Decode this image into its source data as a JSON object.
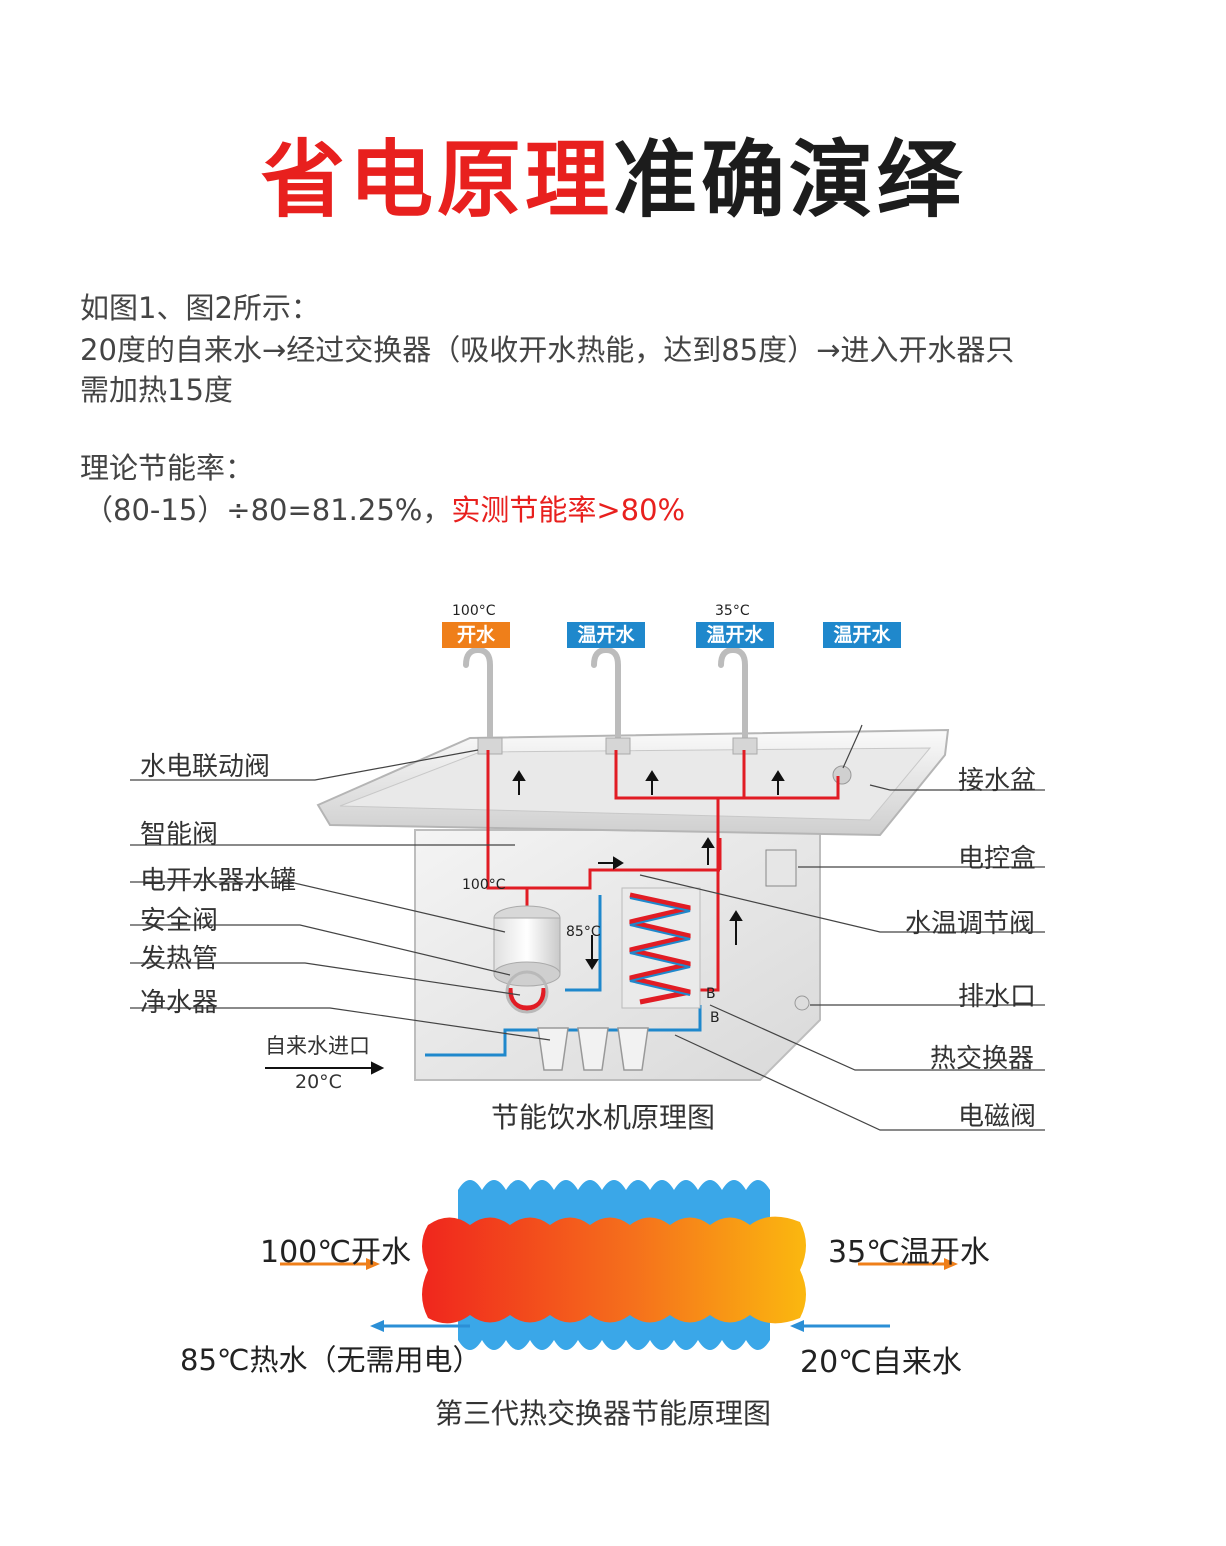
{
  "header": {
    "title_red": "省电原理",
    "title_dark": "准确演绎"
  },
  "intro": {
    "line1": "如图1、图2所示：",
    "line2": "20度的自来水→经过交换器（吸收开水热能，达到85度）→进入开水器只",
    "line3": "需加热15度"
  },
  "theory": {
    "heading": "理论节能率：",
    "formula": "（80-15）÷80=81.25%，",
    "measured": "实测节能率>80%"
  },
  "diagram1": {
    "caption": "节能饮水机原理图",
    "taps": [
      {
        "temp": "100°C",
        "label": "开水",
        "color": "#ef7f1a"
      },
      {
        "temp": "",
        "label": "温开水",
        "color": "#1f88cc"
      },
      {
        "temp": "35°C",
        "label": "温开水",
        "color": "#1f88cc"
      },
      {
        "temp": "",
        "label": "温开水",
        "color": "#1f88cc"
      }
    ],
    "left_labels": [
      "水电联动阀",
      "智能阀",
      "电开水器水罐",
      "安全阀",
      "发热管",
      "净水器"
    ],
    "right_labels": [
      "接水盆",
      "电控盒",
      "水温调节阀",
      "排水口",
      "热交换器",
      "电磁阀"
    ],
    "inlet_label": "自来水进口",
    "inlet_temp": "20°C",
    "inner_temp_100": "100°C",
    "inner_temp_85": "85°C",
    "marker_b": "B"
  },
  "diagram2": {
    "caption": "第三代热交换器节能原理图",
    "left_top": "100℃开水",
    "right_top": "35℃温开水",
    "left_bottom": "85℃热水（无需用电）",
    "right_bottom": "20℃自来水",
    "colors": {
      "hot": "#f0261d",
      "warm": "#fbb80f",
      "cool": "#3aa7e8",
      "arrow_orange": "#ef7f1a",
      "arrow_blue": "#2b8fd6"
    }
  }
}
